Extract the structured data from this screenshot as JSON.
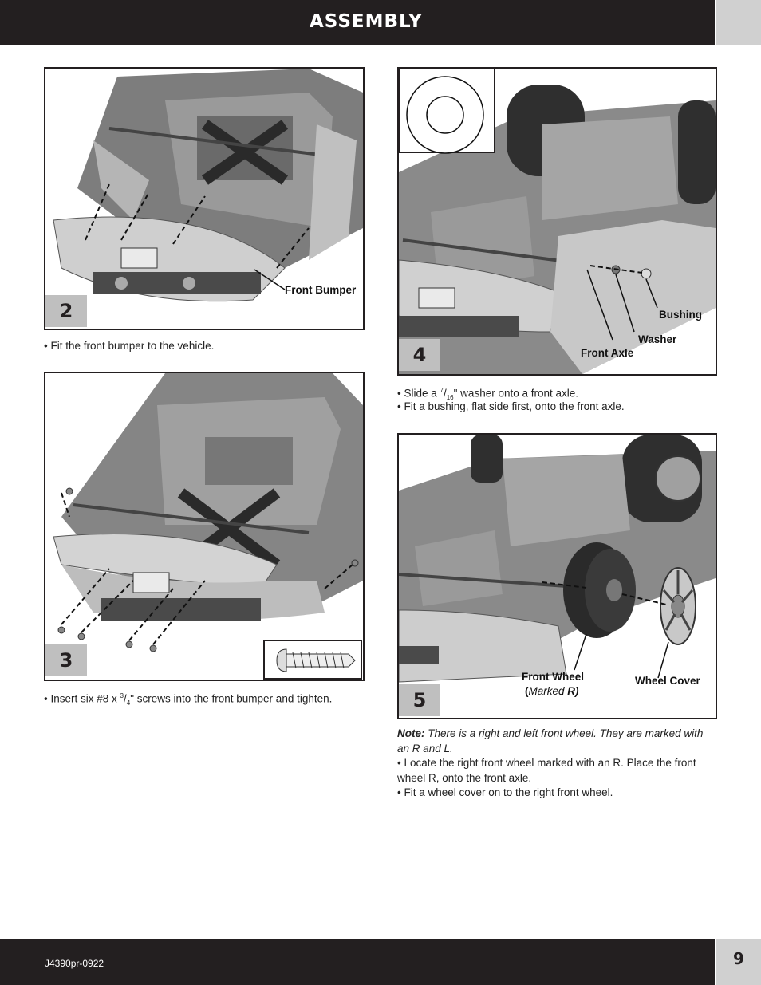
{
  "header": {
    "title": "ASSEMBLY"
  },
  "footer": {
    "code": "J4390pr-0922",
    "page_number": "9"
  },
  "steps": {
    "step2": {
      "number": "2",
      "callouts": {
        "front_bumper": "Front Bumper"
      },
      "instructions": [
        "• Fit the front bumper to the vehicle."
      ]
    },
    "step3": {
      "number": "3",
      "instruction_pre": "• Insert six #8 x ",
      "fraction_num": "3",
      "fraction_den": "4",
      "instruction_post": "\" screws into the front bumper and tighten."
    },
    "step4": {
      "number": "4",
      "callouts": {
        "bushing": "Bushing",
        "washer": "Washer",
        "front_axle": "Front Axle"
      },
      "instruction1_pre": "• Slide a ",
      "fraction_num": "7",
      "fraction_den": "16",
      "instruction1_post": "\" washer onto a front axle.",
      "instruction2": "• Fit a bushing, flat side first, onto the front axle."
    },
    "step5": {
      "number": "5",
      "callouts": {
        "front_wheel": "Front Wheel",
        "marked_open": "(",
        "marked": "Marked ",
        "marked_r": "R)",
        "wheel_cover": "Wheel Cover"
      },
      "note_label": "Note:",
      "note_text": " There is a right and left front wheel. They are marked with an R and L.",
      "instruction1": "• Locate the right front wheel marked with an R. Place the front wheel R, onto the front axle.",
      "instruction2": "• Fit a wheel cover on to the right front wheel."
    }
  }
}
